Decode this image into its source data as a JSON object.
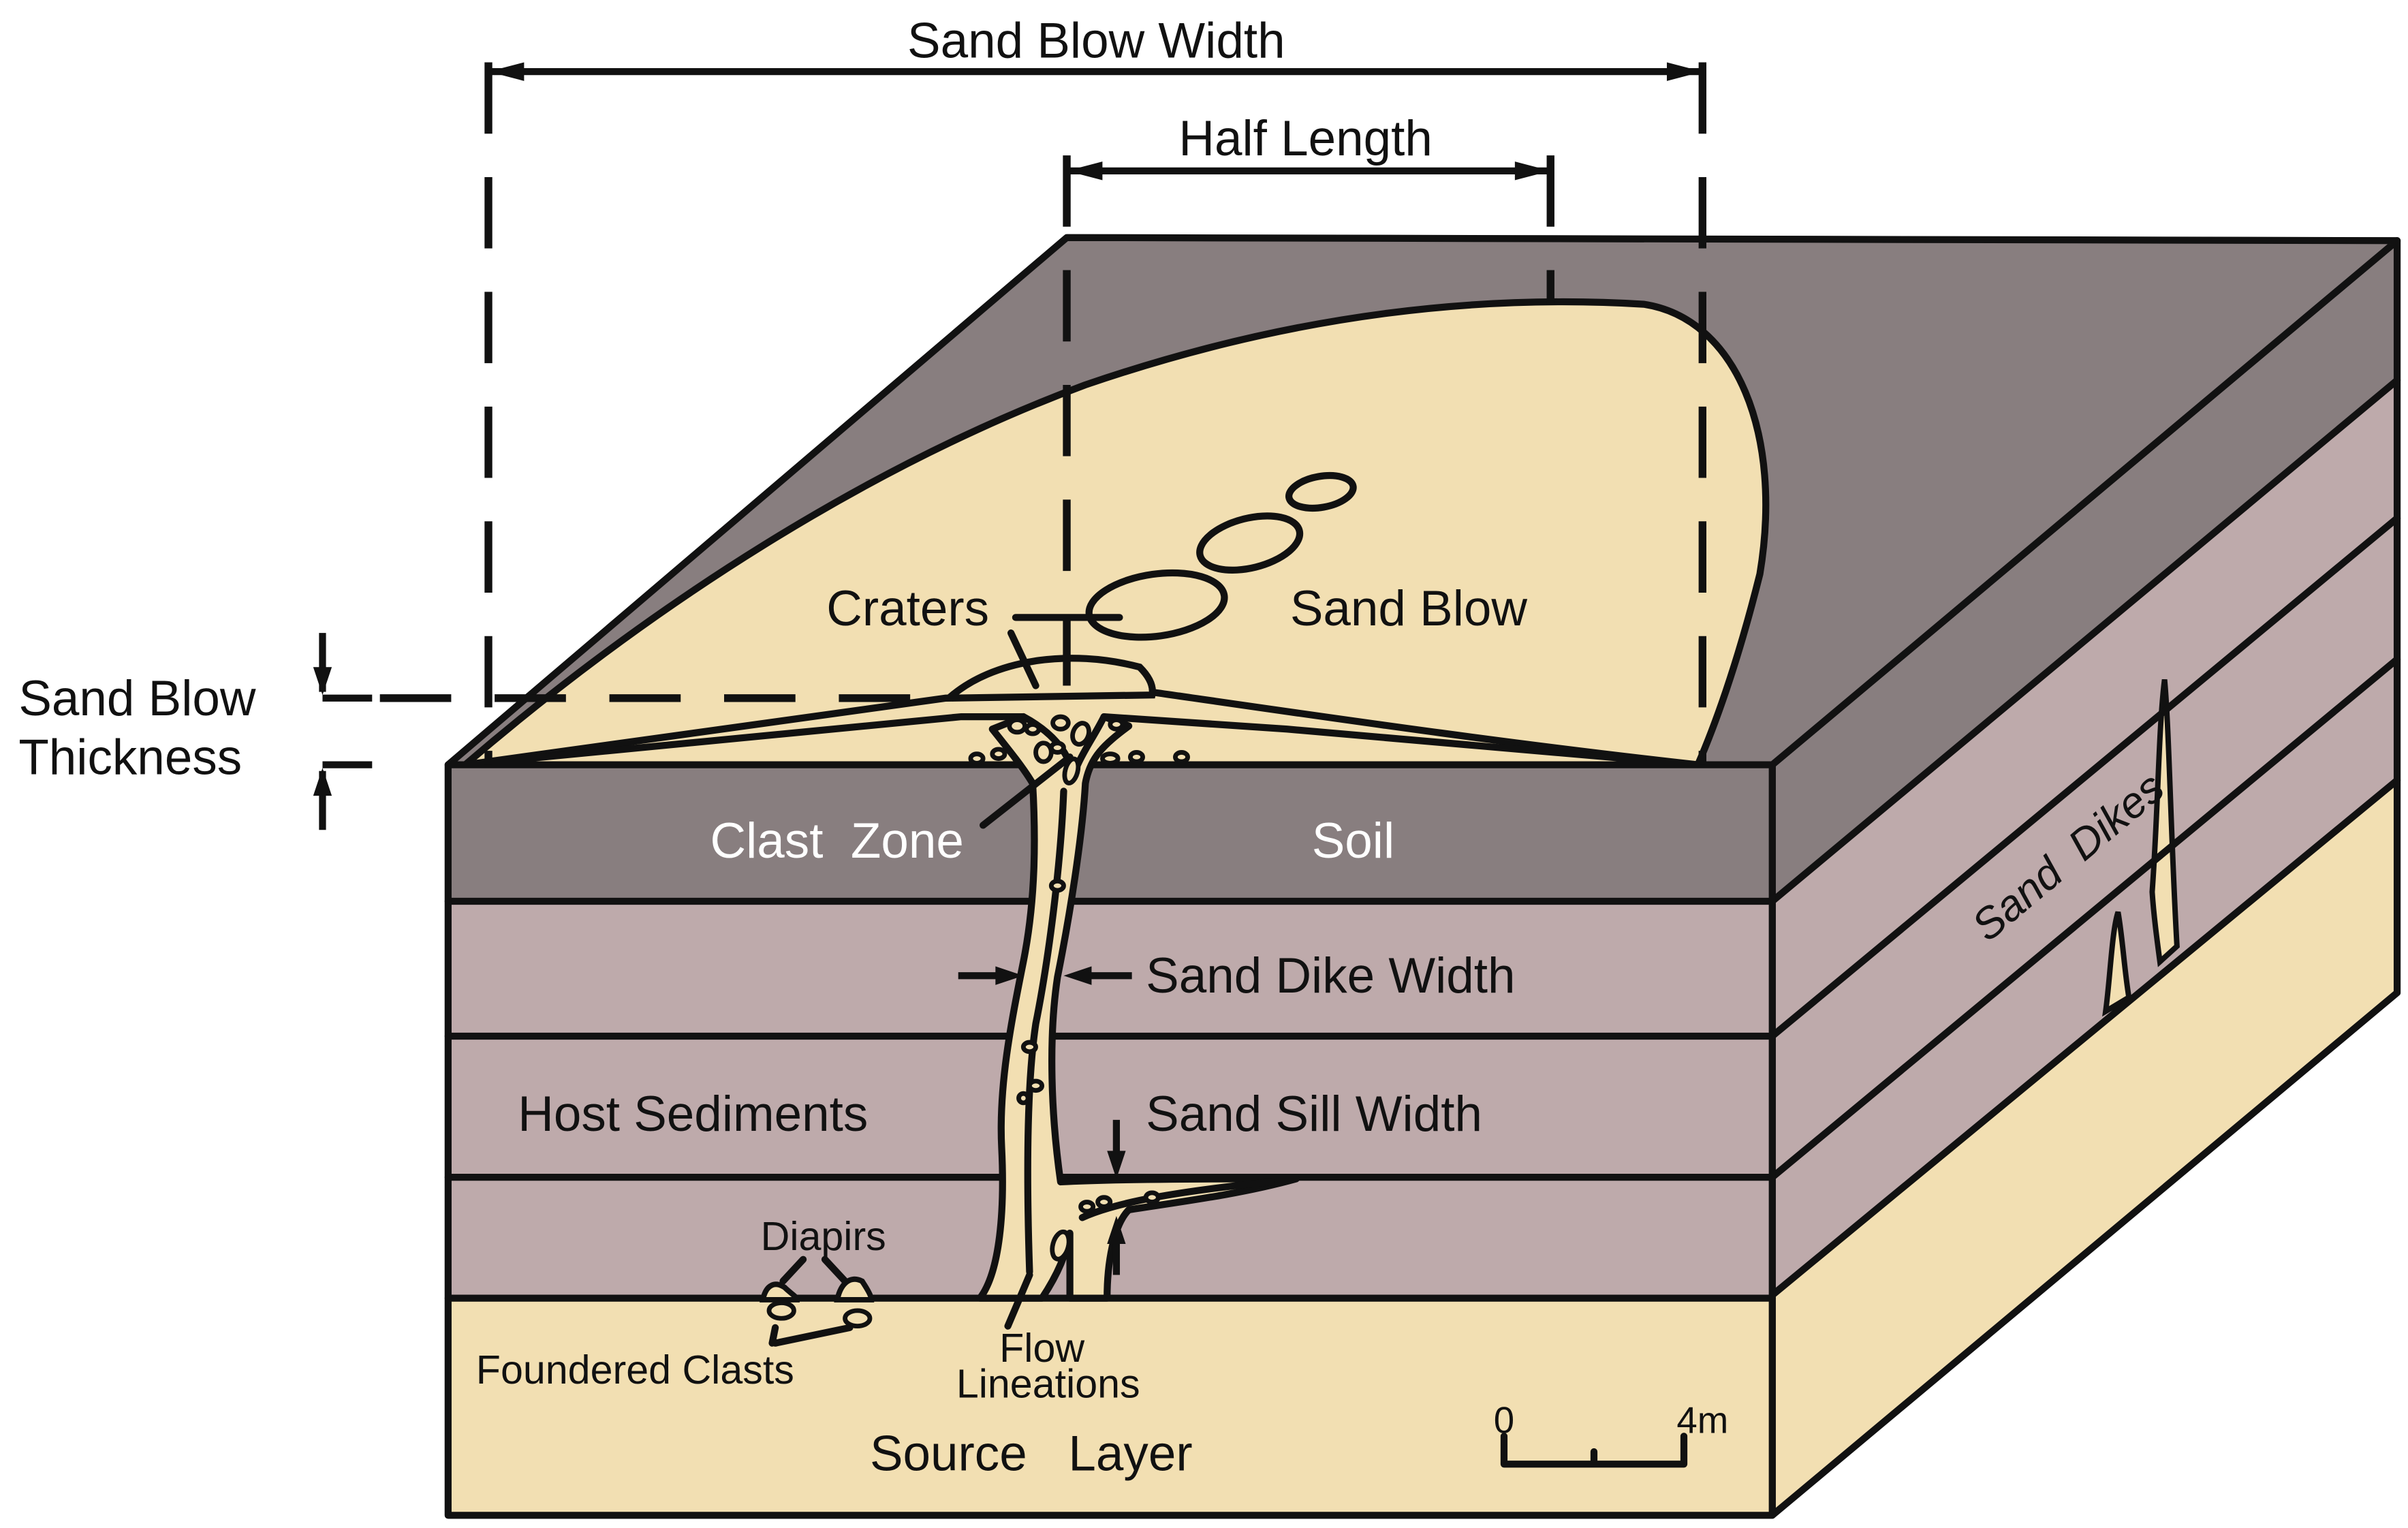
{
  "diagram": {
    "labels": {
      "sand_blow_width": "Sand Blow Width",
      "half_length": "Half Length",
      "sand_blow_thickness_1": "Sand Blow",
      "sand_blow_thickness_2": "Thickness",
      "craters": "Craters",
      "sand_blow": "Sand Blow",
      "clast_zone": "Clast  Zone",
      "soil": "Soil",
      "sand_dike_width": "Sand Dike Width",
      "host_sediments": "Host Sediments",
      "sand_sill_width": "Sand Sill Width",
      "diapirs": "Diapirs",
      "foundered_clasts": "Foundered Clasts",
      "flow_1": "Flow",
      "flow_2": "Lineations",
      "source_layer": "Source   Layer",
      "sand_dikes": "Sand  Dikes",
      "scale_min": "0",
      "scale_max": "4m"
    },
    "colors": {
      "soil": "#887e7f",
      "host_sediment": "#beaaab",
      "sand": "#f2dfb2",
      "outline": "#111111",
      "background": "#ffffff"
    }
  }
}
